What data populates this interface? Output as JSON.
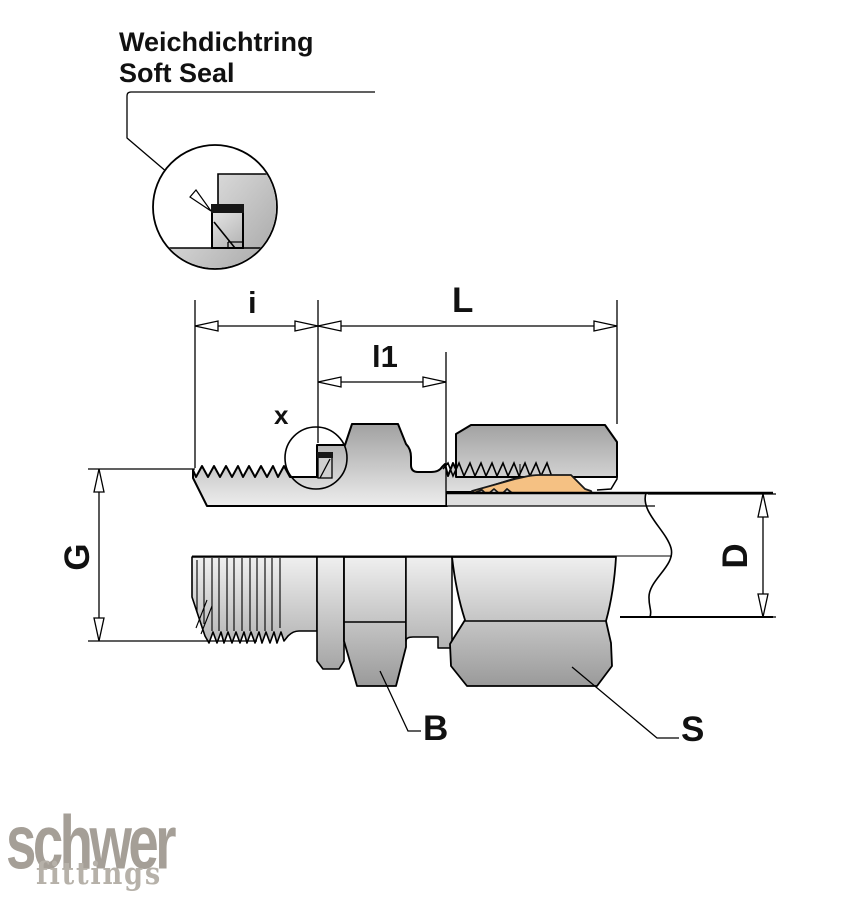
{
  "annotation": {
    "line1": "Weichdichtring",
    "line2": "Soft Seal"
  },
  "dimension_labels": {
    "i": "i",
    "L": "L",
    "l1": "l1",
    "x": "x",
    "G": "G",
    "D": "D",
    "B": "B",
    "S": "S"
  },
  "logo": {
    "brand": "schwer",
    "sub": "fittings"
  },
  "colors": {
    "background": "#ffffff",
    "outline": "#000000",
    "seal_ring_fill": "#f5c183",
    "metal_light": "#efefef",
    "metal_dark": "#999999",
    "logo_brand": "#a59f97",
    "logo_sub": "#b6b1a9"
  }
}
